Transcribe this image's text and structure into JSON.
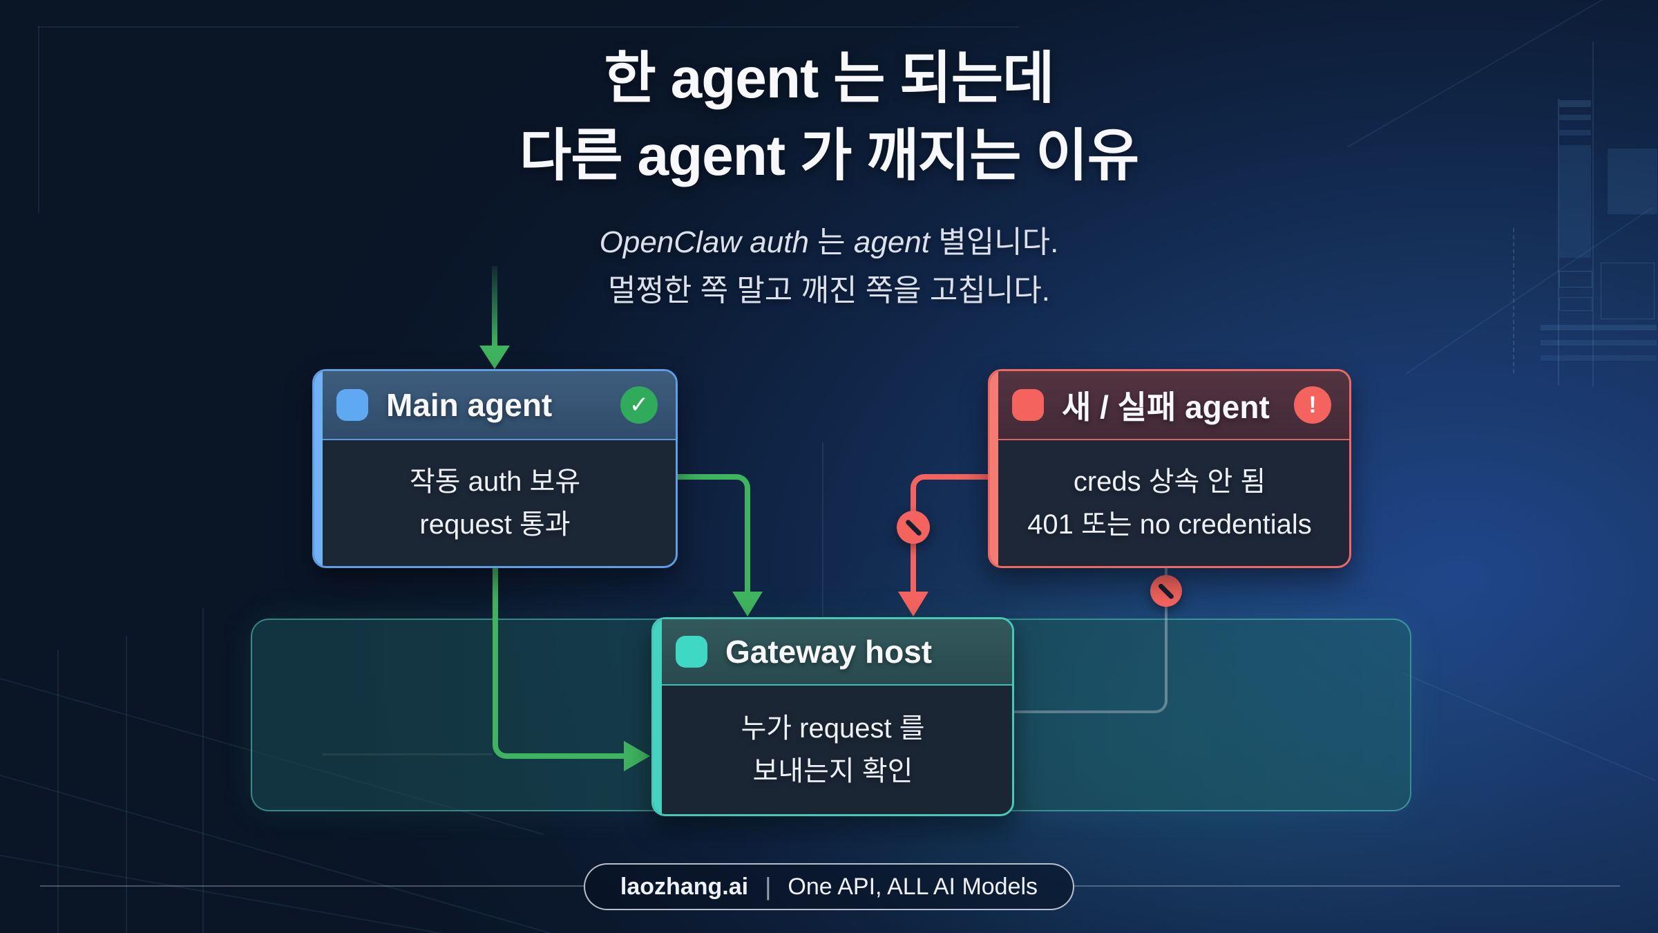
{
  "title": {
    "line1": "한 agent 는 되는데",
    "line2": "다른 agent 가 깨지는 이유"
  },
  "subtitle": {
    "line1_italic_a": "OpenClaw auth",
    "line1_plain_a": " 는 ",
    "line1_italic_b": "agent",
    "line1_plain_b": " 별입니다.",
    "line2": "멀쩡한 쪽 말고 깨진 쪽을 고칩니다."
  },
  "nodes": {
    "main_agent": {
      "title": "Main agent",
      "body_line1": "작동 auth 보유",
      "body_line2": "request 통과"
    },
    "failing_agent": {
      "title": "새 / 실패 agent",
      "body_line1": "creds 상속 안 됨",
      "body_line2": "401 또는 no credentials"
    },
    "gateway": {
      "title": "Gateway host",
      "body_line1": "누가 request 를",
      "body_line2": "보내는지 확인"
    }
  },
  "badges": {
    "check_glyph": "✓",
    "exclamation_glyph": "!"
  },
  "footer": {
    "brand": "laozhang.ai",
    "divider": "|",
    "tagline": "One API, ALL AI Models"
  },
  "colors": {
    "arrow_green": "#3fb45f",
    "arrow_red": "#f4635e",
    "accent_blue": "#5f9ee3",
    "accent_red": "#ef6963",
    "accent_teal": "#46c9b9",
    "background_navy": "#0a1526",
    "background_blue": "#20468a"
  }
}
